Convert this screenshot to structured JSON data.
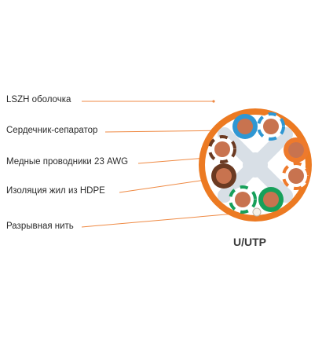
{
  "labels": [
    "LSZH оболочка",
    "Сердечник-сепаратор",
    "Медные проводники 23 AWG",
    "Изоляция жил из HDPE",
    "Разрывная нить"
  ],
  "cable_type": "U/UTP",
  "colors": {
    "jacket": "#ec7a22",
    "leader_line": "#ef8a44",
    "separator": "#d8dfe6",
    "copper": "#c8734f",
    "blue": "#2f97d3",
    "orange": "#ee7a2c",
    "green": "#17a05a",
    "brown": "#6b3a22"
  }
}
